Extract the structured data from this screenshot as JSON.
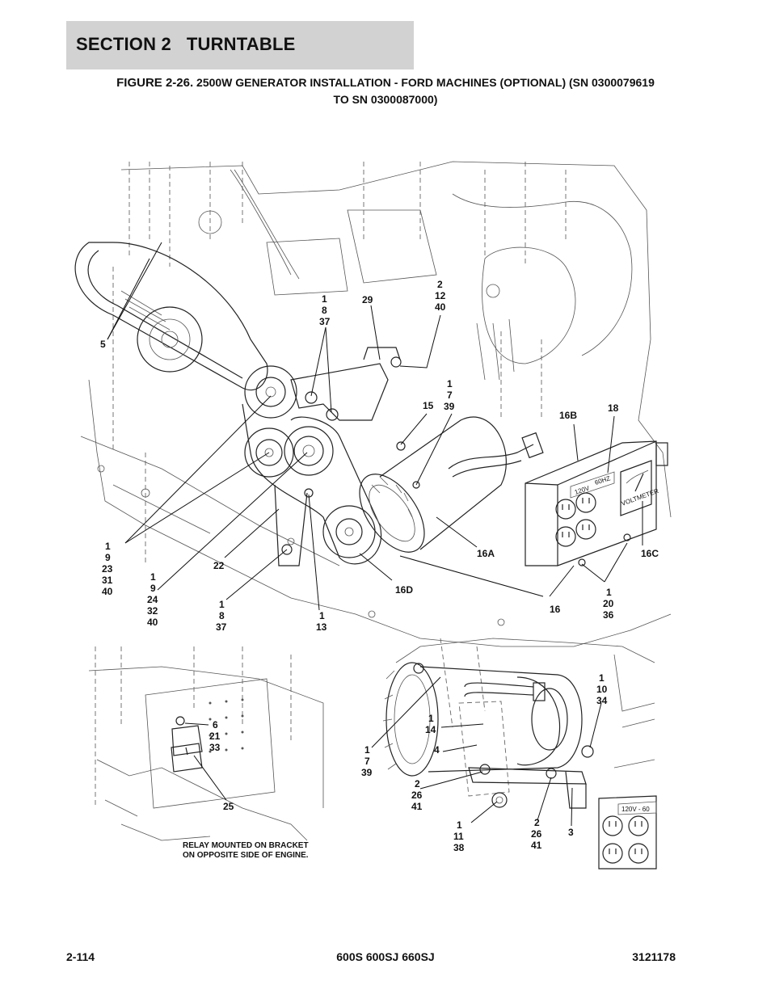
{
  "header": {
    "section": "SECTION 2   TURNTABLE"
  },
  "figure": {
    "number": "FIGURE 2-26.",
    "title_line1": "2500W GENERATOR INSTALLATION - FORD MACHINES (OPTIONAL) (SN 0300079619",
    "title_line2": "TO SN 0300087000)"
  },
  "callouts_main": [
    {
      "id": "c5",
      "lines": [
        "5"
      ]
    },
    {
      "id": "c1-8-37-top",
      "lines": [
        "1",
        "8",
        "37"
      ]
    },
    {
      "id": "c29",
      "lines": [
        "29"
      ]
    },
    {
      "id": "c2-12-40",
      "lines": [
        "2",
        "12",
        "40"
      ]
    },
    {
      "id": "c15",
      "lines": [
        "15"
      ]
    },
    {
      "id": "c1-7-39-top",
      "lines": [
        "1",
        "7",
        "39"
      ]
    },
    {
      "id": "c16B",
      "lines": [
        "16B"
      ]
    },
    {
      "id": "c18",
      "lines": [
        "18"
      ]
    },
    {
      "id": "c16A",
      "lines": [
        "16A"
      ]
    },
    {
      "id": "c16C",
      "lines": [
        "16C"
      ]
    },
    {
      "id": "c1-9-23-31-40",
      "lines": [
        "1",
        "9",
        "23",
        "31",
        "40"
      ]
    },
    {
      "id": "c1-9-24-32-40",
      "lines": [
        "1",
        "9",
        "24",
        "32",
        "40"
      ]
    },
    {
      "id": "c22",
      "lines": [
        "22"
      ]
    },
    {
      "id": "c1-8-37-bottom",
      "lines": [
        "1",
        "8",
        "37"
      ]
    },
    {
      "id": "c1-13",
      "lines": [
        "1",
        "13"
      ]
    },
    {
      "id": "c16D",
      "lines": [
        "16D"
      ]
    },
    {
      "id": "c16",
      "lines": [
        "16"
      ]
    },
    {
      "id": "c1-20-36",
      "lines": [
        "1",
        "20",
        "36"
      ]
    }
  ],
  "callouts_inset_left": [
    {
      "id": "c6-21-33",
      "lines": [
        "6",
        "21",
        "33"
      ]
    },
    {
      "id": "c25",
      "lines": [
        "25"
      ]
    }
  ],
  "callouts_inset_right": [
    {
      "id": "c1-10-34",
      "lines": [
        "1",
        "10",
        "34"
      ]
    },
    {
      "id": "c1-14",
      "lines": [
        "1",
        "14"
      ]
    },
    {
      "id": "c4",
      "lines": [
        "4"
      ]
    },
    {
      "id": "c1-7-39-inset",
      "lines": [
        "1",
        "7",
        "39"
      ]
    },
    {
      "id": "c2-26-41-a",
      "lines": [
        "2",
        "26",
        "41"
      ]
    },
    {
      "id": "c1-11-38",
      "lines": [
        "1",
        "11",
        "38"
      ]
    },
    {
      "id": "c2-26-41-b",
      "lines": [
        "2",
        "26",
        "41"
      ]
    },
    {
      "id": "c3",
      "lines": [
        "3"
      ]
    }
  ],
  "relay_note": [
    "RELAY MOUNTED ON BRACKET",
    "ON OPPOSITE SIDE OF ENGINE."
  ],
  "panel_labels": {
    "voltage": "120V",
    "frequency": "60HZ",
    "meter": "VOLTMETER",
    "inset_voltage": "120V - 60"
  },
  "footer": {
    "page": "2-114",
    "models": "600S 600SJ 660SJ",
    "doc_number": "3121178"
  }
}
